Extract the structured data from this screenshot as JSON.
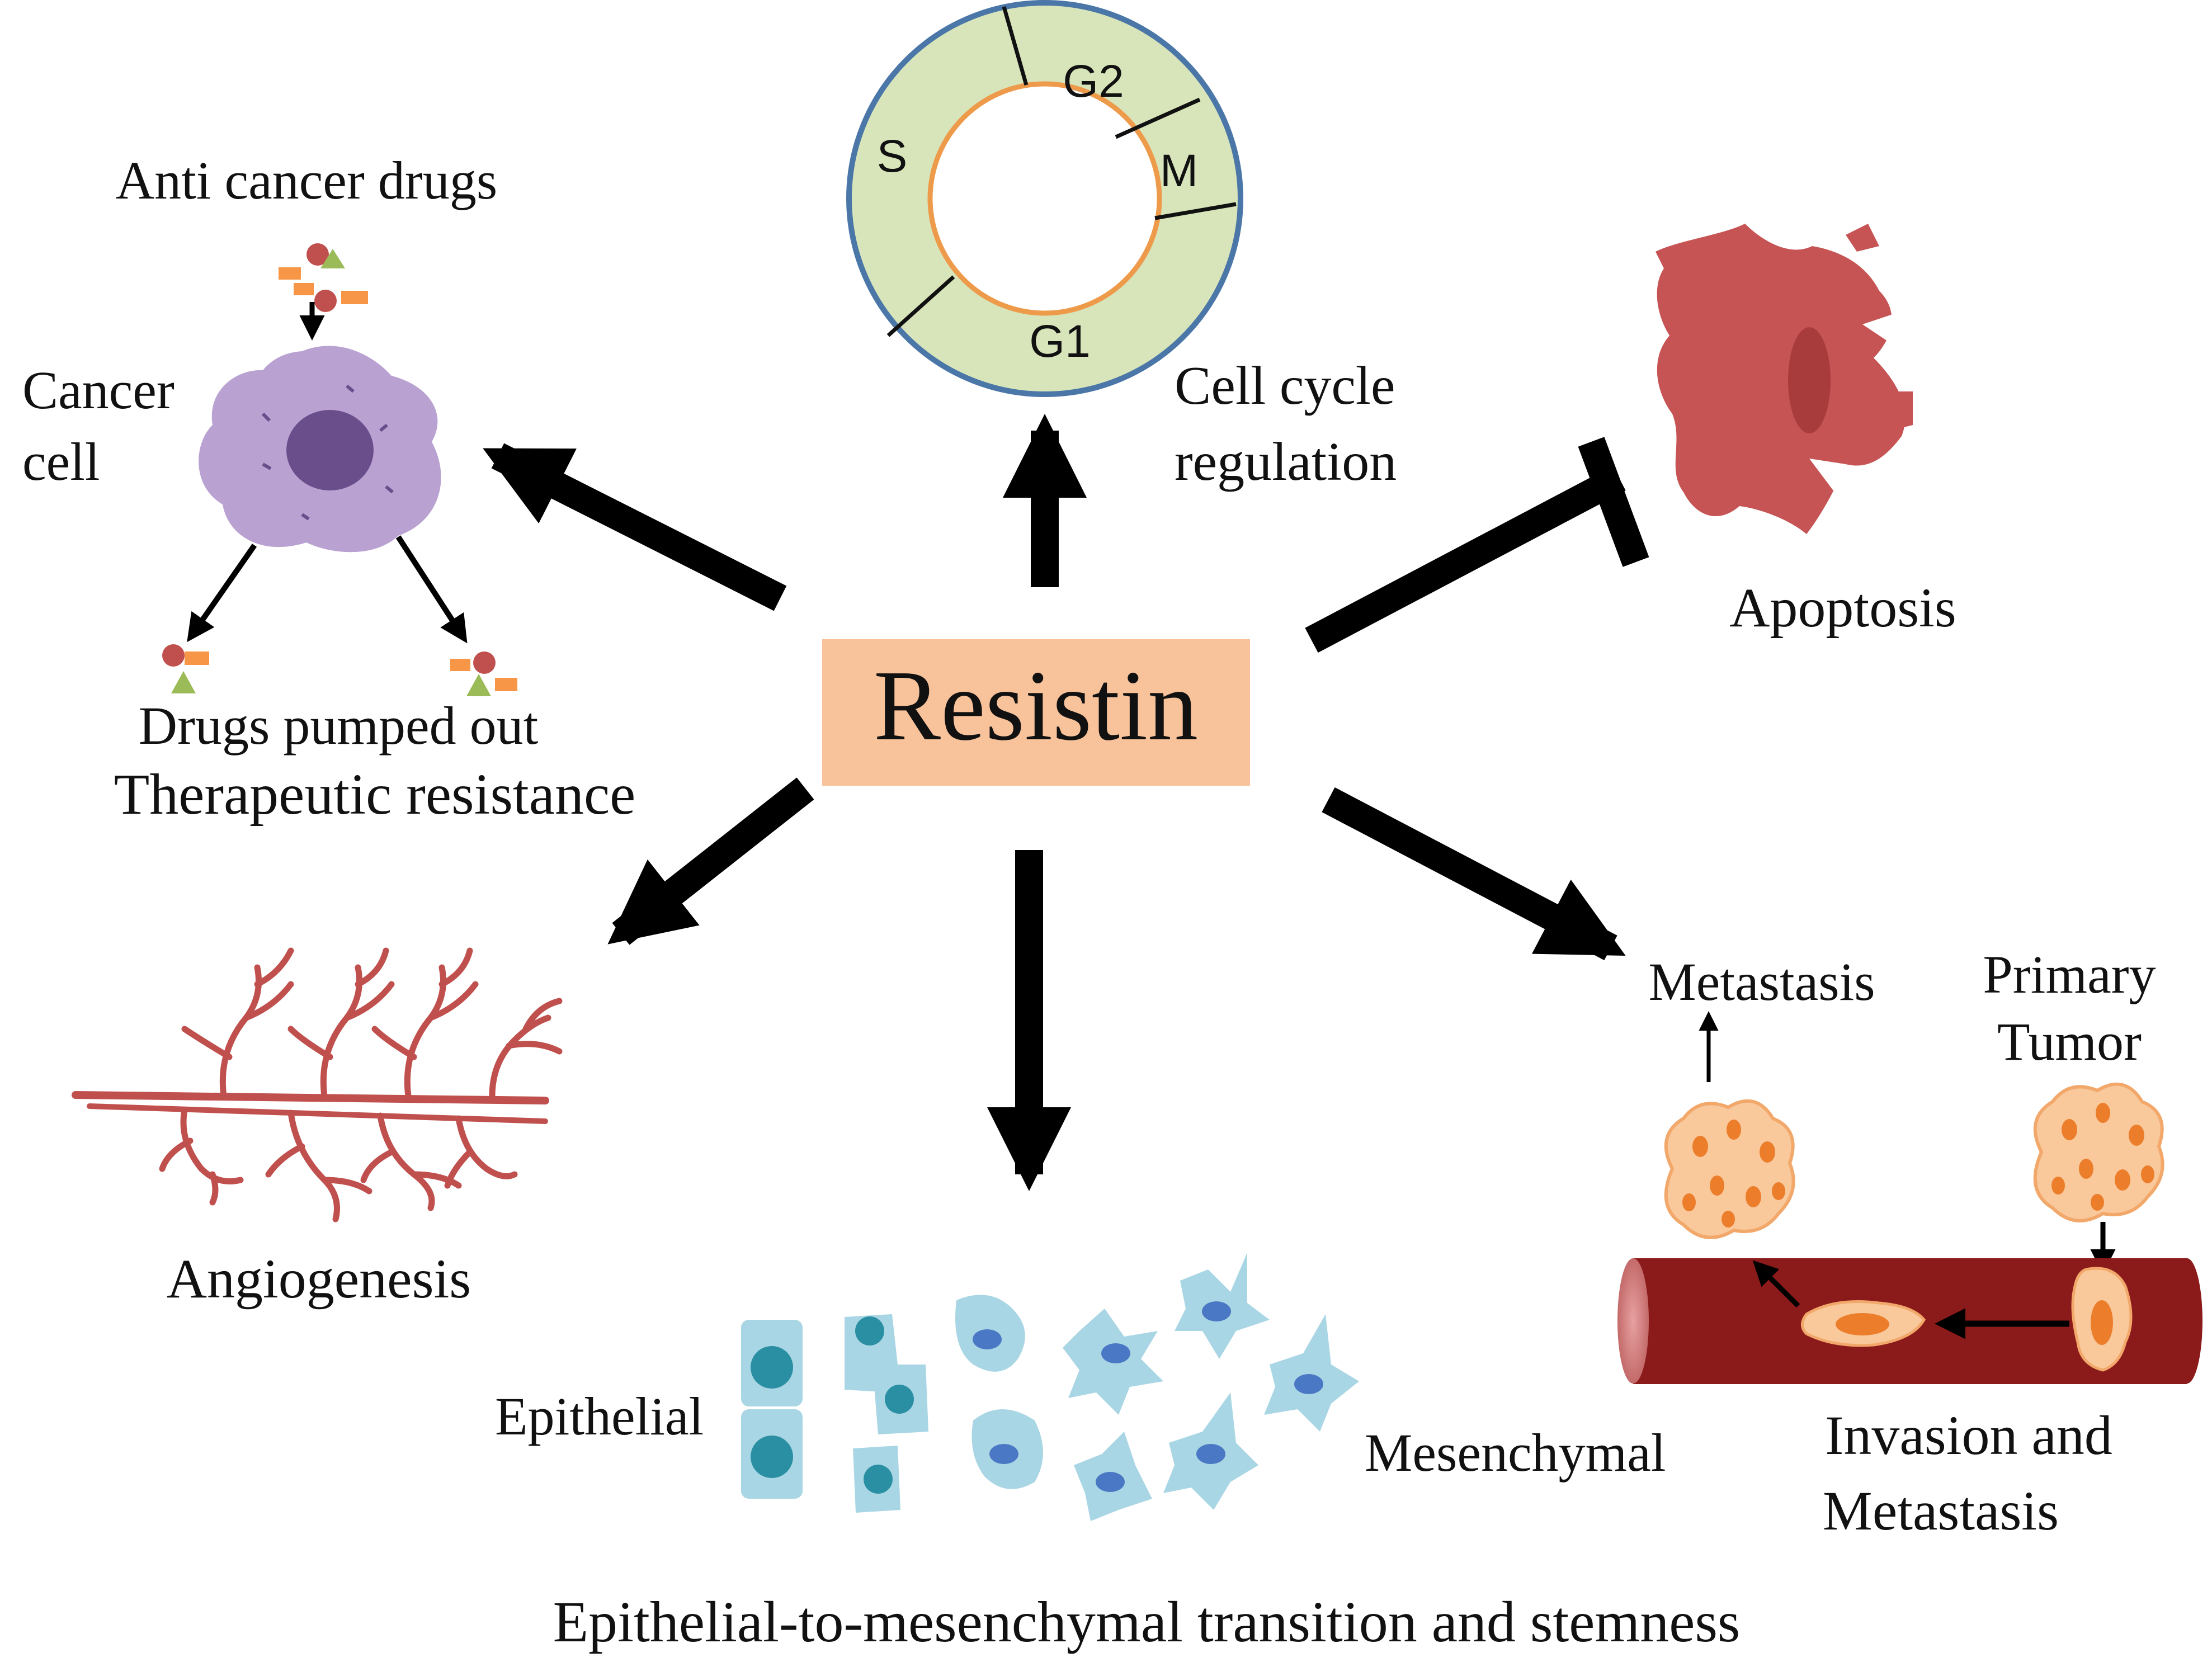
{
  "center": {
    "label": "Resistin",
    "fill": "#f8c29b"
  },
  "cell_cycle": {
    "phases": [
      "G2",
      "M",
      "S",
      "G1"
    ],
    "caption_line1": "Cell cycle",
    "caption_line2": "regulation",
    "ring_fill": "#d8e5bb",
    "outer_stroke": "#4a76a8",
    "inner_stroke": "#ee9a4b"
  },
  "drug_resistance": {
    "drugs_label": "Anti cancer drugs",
    "cancer_cell_line1": "Cancer",
    "cancer_cell_line2": "cell",
    "pumped_out": "Drugs pumped out",
    "therapeutic_resistance": "Therapeutic resistance",
    "cell_color": "#b9a2d1",
    "nucleus_color": "#6a4e8c"
  },
  "apoptosis": {
    "label": "Apoptosis",
    "color": "#c75454",
    "relation": "inhibits"
  },
  "angiogenesis": {
    "label": "Angiogenesis",
    "color": "#c0504d"
  },
  "emt": {
    "epithelial": "Epithelial",
    "mesenchymal": "Mesenchymal",
    "caption": "Epithelial-to-mesenchymal transition and stemness",
    "cell_color": "#a9d6e4",
    "nucleus_epithelial": "#2a8fa3",
    "nucleus_mesenchymal": "#4a78c4"
  },
  "metastasis": {
    "metastasis_label": "Metastasis",
    "primary_line1": "Primary",
    "primary_line2": "Tumor",
    "invasion_line1": "Invasion and",
    "invasion_line2": "Metastasis",
    "vessel_color": "#8b1a1a",
    "tumor_color": "#f9c89b"
  }
}
